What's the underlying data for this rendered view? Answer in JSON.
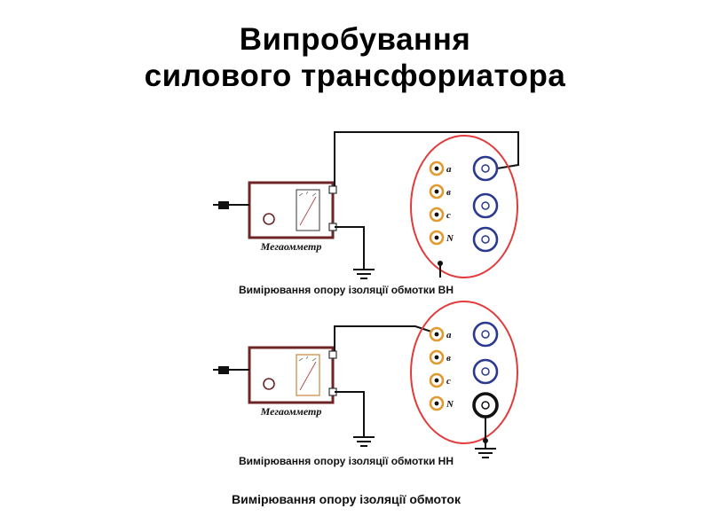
{
  "slide": {
    "title_line1": "Випробування",
    "title_line2": "силового трансфориатора",
    "footer_caption": "Вимірювання опору ізоляції обмоток"
  },
  "diagrams": [
    {
      "device_label": "Мегаомметр",
      "caption": "Вимірювання опору ізоляції обмотки ВН",
      "terminals": [
        "а",
        "в",
        "с",
        "N"
      ]
    },
    {
      "device_label": "Мегаомметр",
      "caption": "Вимірювання опору ізоляції обмотки НН",
      "terminals": [
        "а",
        "в",
        "с",
        "N"
      ]
    }
  ],
  "colors": {
    "device_border": "#6d2525",
    "winding_ellipse": "#e23b3b",
    "terminal_ring": "#e09a2f",
    "bushing_blue": "#2b3a8f",
    "bushing_black": "#111111",
    "wire": "#111111"
  }
}
